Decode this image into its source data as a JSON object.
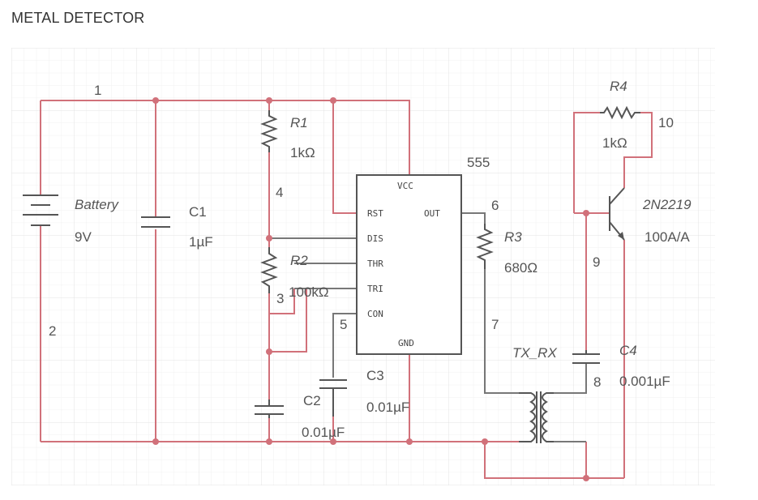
{
  "title": "METAL DETECTOR",
  "colors": {
    "wire": "#d1717a",
    "component": "#555555",
    "grid_minor": "#f1f1f1",
    "grid_major": "#e4e4e4"
  },
  "components": {
    "battery": {
      "name": "Battery",
      "value": "9V"
    },
    "c1": {
      "name": "C1",
      "value": "1µF"
    },
    "r1": {
      "name": "R1",
      "value": "1kΩ"
    },
    "r2": {
      "name": "R2",
      "value": "100kΩ"
    },
    "c2": {
      "name": "C2",
      "value": "0.01µF"
    },
    "c3": {
      "name": "C3",
      "value": "0.01µF"
    },
    "ic": {
      "name": "555",
      "pins": [
        "VCC",
        "RST",
        "OUT",
        "DIS",
        "THR",
        "TRI",
        "CON",
        "GND"
      ]
    },
    "r3": {
      "name": "R3",
      "value": "680Ω"
    },
    "r4": {
      "name": "R4",
      "value": "1kΩ"
    },
    "q1": {
      "name": "2N2219",
      "value": "100A/A"
    },
    "c4": {
      "name": "C4",
      "value": "0.001µF"
    },
    "tx_rx": {
      "name": "TX_RX"
    }
  },
  "nets": [
    "1",
    "2",
    "3",
    "4",
    "5",
    "6",
    "7",
    "8",
    "9",
    "10"
  ]
}
